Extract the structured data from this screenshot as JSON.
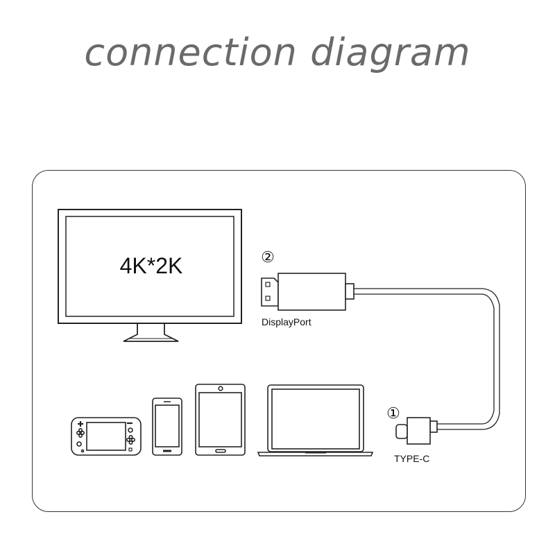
{
  "title": "connection diagram",
  "monitor": {
    "resolution_label": "4K*2K"
  },
  "displayport": {
    "marker": "②",
    "label": "DisplayPort"
  },
  "typec": {
    "marker": "①",
    "label": "TYPE-C"
  },
  "devices": [
    "game-console-icon",
    "smartphone-icon",
    "tablet-icon",
    "laptop-icon"
  ],
  "colors": {
    "title": "#6a6a6a",
    "line": "#222222"
  }
}
